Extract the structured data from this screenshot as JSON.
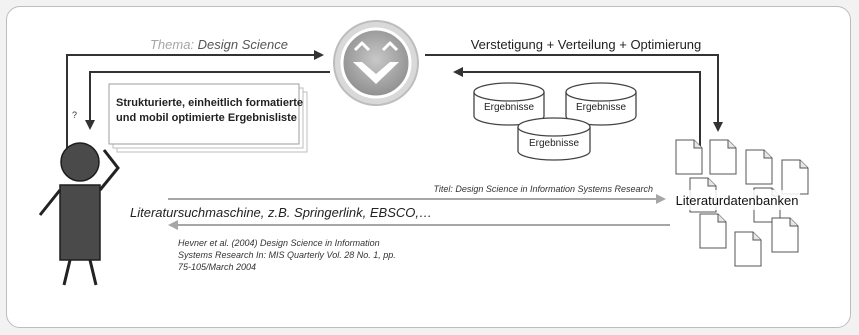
{
  "topic": {
    "prefix": "Thema:",
    "value": "Design Science"
  },
  "top_right_label": "Verstetigung + Verteilung + Optimierung",
  "result_list": {
    "line1": "Strukturierte, einheitlich formatierte",
    "line2": "und mobil optimierte Ergebnisliste"
  },
  "question_mark": "?",
  "result_db": {
    "a": "Ergebnisse",
    "b": "Ergebnisse",
    "c": "Ergebnisse"
  },
  "literature_db_label": "Literaturdatenbanken",
  "title_query": "Titel: Design Science in Information Systems Research",
  "search_engines": "Literatursuchmaschine, z.B. Springerlink, EBSCO,…",
  "citation": {
    "line1": "Hevner et al. (2004) Design Science in Information",
    "line2": "Systems Research In: MIS Quarterly Vol. 28 No. 1, pp.",
    "line3": "75-105/March 2004"
  },
  "colors": {
    "arrow_dark": "#333333",
    "arrow_gray": "#a6a6a6",
    "person": "#4a4a4a",
    "logo_gray": "#9a9a9a"
  }
}
